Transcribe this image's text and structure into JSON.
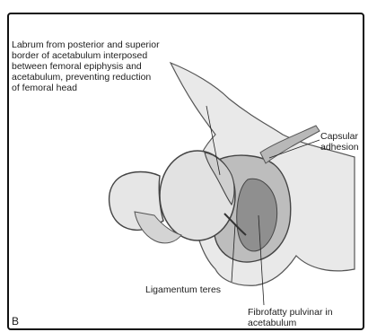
{
  "panel_letter": "B",
  "labels": {
    "labrum": "Labrum from posterior and superior\nborder of acetabulum interposed\nbetween femoral epiphysis and\nacetabulum, preventing reduction\nof femoral head",
    "capsular_adhesion": "Capsular\nadhesion",
    "ligamentum_teres": "Ligamentum teres",
    "fibrofatty": "Fibrofatty pulvinar in\nacetabulum"
  },
  "colors": {
    "bone_fill": "#e9e9e9",
    "bone_shadow": "#c9c9c9",
    "outline": "#555555",
    "pulvinar": "#8f8f8f",
    "capsule": "#b8b8b8"
  }
}
